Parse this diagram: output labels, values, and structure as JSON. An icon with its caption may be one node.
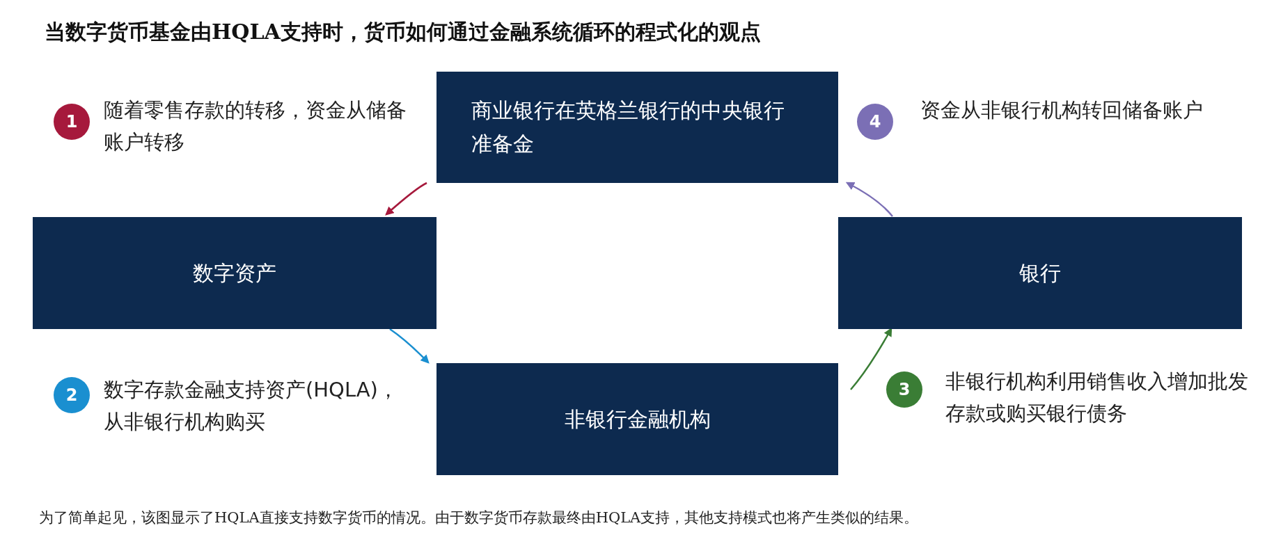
{
  "diagram": {
    "title": "当数字货币基金由HQLA支持时，货币如何通过金融系统循环的程式化的观点",
    "nodes": [
      {
        "text": [
          "1"
        ],
        "beside": [
          "随着零售存款的转移，资金从储备账户转移"
        ]
      },
      {
        "text": [
          "商业银行在英格兰银行的中央银行准备金"
        ]
      },
      {
        "text": [
          "4"
        ],
        "beside": [
          "资金从非银行机构转回储备账户"
        ]
      },
      {
        "text": [
          "数字资产"
        ]
      },
      {
        "text": [
          "银行"
        ]
      },
      {
        "text": [
          "2"
        ],
        "beside": [
          "数字存款金融支持资产(HQLA)，从非银行机构购买"
        ]
      },
      {
        "text": [
          "非银行金融机构"
        ]
      },
      {
        "text": [
          "3"
        ],
        "beside": [
          "非银行机构利用销售收入增加批发存款或购买银行债务"
        ]
      }
    ],
    "edges": [
      {
        "from": 1,
        "to": 3,
        "arrow": "to",
        "color": "#a6193c"
      },
      {
        "from": 3,
        "to": 6,
        "arrow": "to",
        "color": "#1a8fd0"
      },
      {
        "from": 6,
        "to": 4,
        "arrow": "to",
        "color": "#3a7d35"
      },
      {
        "from": 4,
        "to": 1,
        "arrow": "to",
        "color": "#7b6fb5"
      }
    ],
    "caption": "为了简单起见，该图显示了HQLA直接支持数字货币的情况。由于数字货币存款最终由HQLA支持，其他支持模式也将产生类似的结果。"
  }
}
